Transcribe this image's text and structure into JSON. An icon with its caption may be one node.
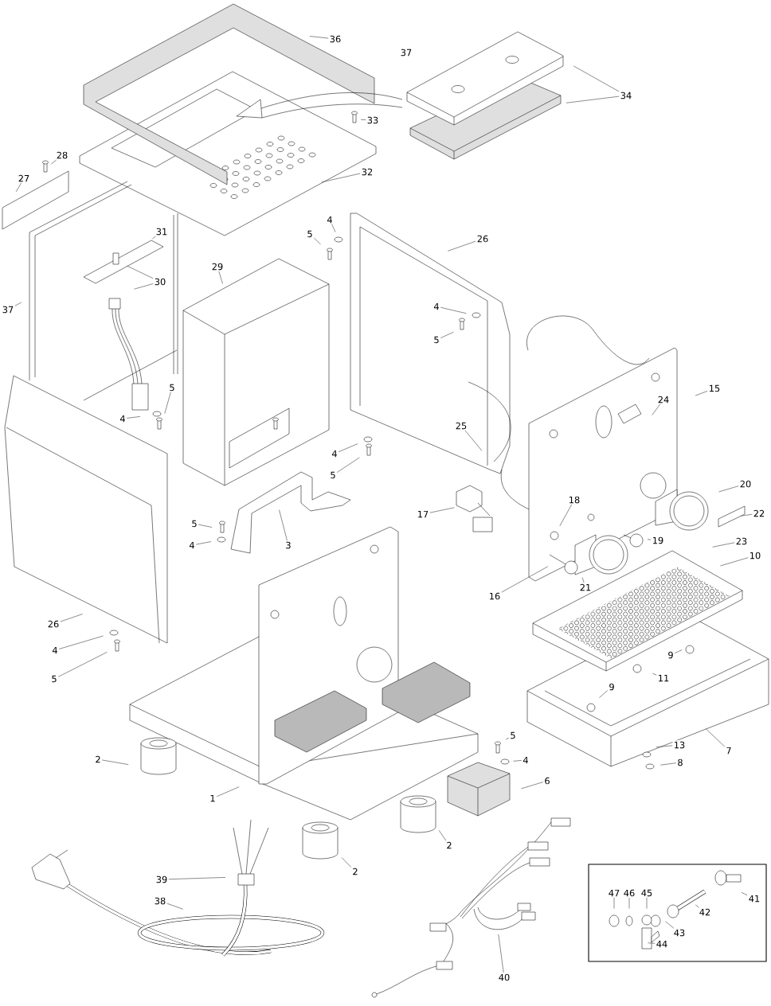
{
  "diagram": {
    "nodes": [
      {
        "text": [
          "36"
        ]
      },
      {
        "text": [
          "34"
        ]
      },
      {
        "text": [
          "33"
        ]
      },
      {
        "text": [
          "28"
        ]
      },
      {
        "text": [
          "32"
        ]
      },
      {
        "text": [
          "27"
        ]
      },
      {
        "text": [
          "4"
        ]
      },
      {
        "text": [
          "31"
        ]
      },
      {
        "text": [
          "5"
        ]
      },
      {
        "text": [
          "26"
        ]
      },
      {
        "text": [
          "29"
        ]
      },
      {
        "text": [
          "30"
        ]
      },
      {
        "text": [
          "4"
        ]
      },
      {
        "text": [
          "37"
        ]
      },
      {
        "text": [
          "5"
        ]
      },
      {
        "text": [
          "5"
        ]
      },
      {
        "text": [
          "15"
        ]
      },
      {
        "text": [
          "24"
        ]
      },
      {
        "text": [
          "4"
        ]
      },
      {
        "text": [
          "25"
        ]
      },
      {
        "text": [
          "4"
        ]
      },
      {
        "text": [
          "5"
        ]
      },
      {
        "text": [
          "20"
        ]
      },
      {
        "text": [
          "18"
        ]
      },
      {
        "text": [
          "22"
        ]
      },
      {
        "text": [
          "17"
        ]
      },
      {
        "text": [
          "5"
        ]
      },
      {
        "text": [
          "19"
        ]
      },
      {
        "text": [
          "23"
        ]
      },
      {
        "text": [
          "4"
        ]
      },
      {
        "text": [
          "3"
        ]
      },
      {
        "text": [
          "10"
        ]
      },
      {
        "text": [
          "21"
        ]
      },
      {
        "text": [
          "16"
        ]
      },
      {
        "text": [
          "26"
        ]
      },
      {
        "text": [
          "4"
        ]
      },
      {
        "text": [
          "9"
        ]
      },
      {
        "text": [
          "11"
        ]
      },
      {
        "text": [
          "5"
        ]
      },
      {
        "text": [
          "9"
        ]
      },
      {
        "text": [
          "5"
        ]
      },
      {
        "text": [
          "13"
        ]
      },
      {
        "text": [
          "7"
        ]
      },
      {
        "text": [
          "2"
        ]
      },
      {
        "text": [
          "4"
        ]
      },
      {
        "text": [
          "8"
        ]
      },
      {
        "text": [
          "6"
        ]
      },
      {
        "text": [
          "1"
        ]
      },
      {
        "text": [
          "2"
        ]
      },
      {
        "text": [],
        "shape": "box"
      },
      {
        "text": [
          "2"
        ]
      },
      {
        "text": [
          "39"
        ]
      },
      {
        "text": [
          "38"
        ]
      },
      {
        "text": [
          "47"
        ],
        "in": 49
      },
      {
        "text": [
          "46"
        ],
        "in": 49
      },
      {
        "text": [
          "45"
        ],
        "in": 49
      },
      {
        "text": [
          "41"
        ],
        "in": 49
      },
      {
        "text": [
          "42"
        ],
        "in": 49
      },
      {
        "text": [
          "43"
        ],
        "in": 49
      },
      {
        "text": [
          "44"
        ],
        "in": 49
      },
      {
        "text": [
          "40"
        ]
      }
    ],
    "edges": [
      {
        "from": 0,
        "to": null,
        "arrow": "none"
      },
      {
        "from": 1,
        "to": null,
        "arrow": "none"
      },
      {
        "from": 1,
        "to": null,
        "arrow": "none"
      },
      {
        "from": 2,
        "to": null,
        "arrow": "none"
      },
      {
        "from": 3,
        "to": null,
        "arrow": "none"
      },
      {
        "from": 4,
        "to": null,
        "arrow": "none"
      },
      {
        "from": 5,
        "to": null,
        "arrow": "none"
      },
      {
        "from": 6,
        "to": null,
        "arrow": "none"
      },
      {
        "from": 7,
        "to": null,
        "arrow": "none"
      },
      {
        "from": 8,
        "to": null,
        "arrow": "none"
      },
      {
        "from": 9,
        "to": null,
        "arrow": "none"
      },
      {
        "from": 10,
        "to": null,
        "arrow": "none"
      },
      {
        "from": 11,
        "to": null,
        "arrow": "none"
      },
      {
        "from": 11,
        "to": null,
        "arrow": "none"
      },
      {
        "from": 12,
        "to": null,
        "arrow": "none"
      },
      {
        "from": 13,
        "to": null,
        "arrow": "none"
      },
      {
        "from": 14,
        "to": null,
        "arrow": "none"
      },
      {
        "from": 15,
        "to": null,
        "arrow": "none"
      },
      {
        "from": 16,
        "to": null,
        "arrow": "none"
      },
      {
        "from": 17,
        "to": null,
        "arrow": "none"
      },
      {
        "from": 18,
        "to": null,
        "arrow": "none"
      },
      {
        "from": 19,
        "to": null,
        "arrow": "none"
      },
      {
        "from": 20,
        "to": null,
        "arrow": "none"
      },
      {
        "from": 21,
        "to": null,
        "arrow": "none"
      },
      {
        "from": 22,
        "to": null,
        "arrow": "none"
      },
      {
        "from": 23,
        "to": null,
        "arrow": "none"
      },
      {
        "from": 24,
        "to": null,
        "arrow": "none"
      },
      {
        "from": 25,
        "to": null,
        "arrow": "none"
      },
      {
        "from": 26,
        "to": null,
        "arrow": "none"
      },
      {
        "from": 27,
        "to": null,
        "arrow": "none"
      },
      {
        "from": 28,
        "to": null,
        "arrow": "none"
      },
      {
        "from": 29,
        "to": null,
        "arrow": "none"
      },
      {
        "from": 30,
        "to": null,
        "arrow": "none"
      },
      {
        "from": 31,
        "to": null,
        "arrow": "none"
      },
      {
        "from": 32,
        "to": null,
        "arrow": "none"
      },
      {
        "from": 33,
        "to": null,
        "arrow": "none"
      },
      {
        "from": 34,
        "to": null,
        "arrow": "none"
      },
      {
        "from": 35,
        "to": null,
        "arrow": "none"
      },
      {
        "from": 36,
        "to": null,
        "arrow": "none"
      },
      {
        "from": 37,
        "to": null,
        "arrow": "none"
      },
      {
        "from": 38,
        "to": null,
        "arrow": "none"
      },
      {
        "from": 39,
        "to": null,
        "arrow": "none"
      },
      {
        "from": 40,
        "to": null,
        "arrow": "none"
      },
      {
        "from": 41,
        "to": null,
        "arrow": "none"
      },
      {
        "from": 42,
        "to": null,
        "arrow": "none"
      },
      {
        "from": 43,
        "to": null,
        "arrow": "none"
      },
      {
        "from": 44,
        "to": null,
        "arrow": "none"
      },
      {
        "from": 45,
        "to": null,
        "arrow": "none"
      },
      {
        "from": 46,
        "to": null,
        "arrow": "none"
      },
      {
        "from": 47,
        "to": null,
        "arrow": "none"
      },
      {
        "from": 48,
        "to": null,
        "arrow": "none"
      },
      {
        "from": 50,
        "to": null,
        "arrow": "none"
      },
      {
        "from": 51,
        "to": null,
        "arrow": "none"
      },
      {
        "from": 52,
        "to": null,
        "arrow": "none"
      },
      {
        "from": 53,
        "to": null,
        "arrow": "none"
      },
      {
        "from": 54,
        "to": null,
        "arrow": "none"
      },
      {
        "from": 55,
        "to": null,
        "arrow": "none"
      },
      {
        "from": 56,
        "to": null,
        "arrow": "none"
      },
      {
        "from": 57,
        "to": null,
        "arrow": "none"
      },
      {
        "from": 58,
        "to": null,
        "arrow": "none"
      },
      {
        "from": 59,
        "to": null,
        "arrow": "none"
      },
      {
        "from": 60,
        "to": null,
        "arrow": "none"
      }
    ],
    "labels": [
      "37"
    ]
  }
}
